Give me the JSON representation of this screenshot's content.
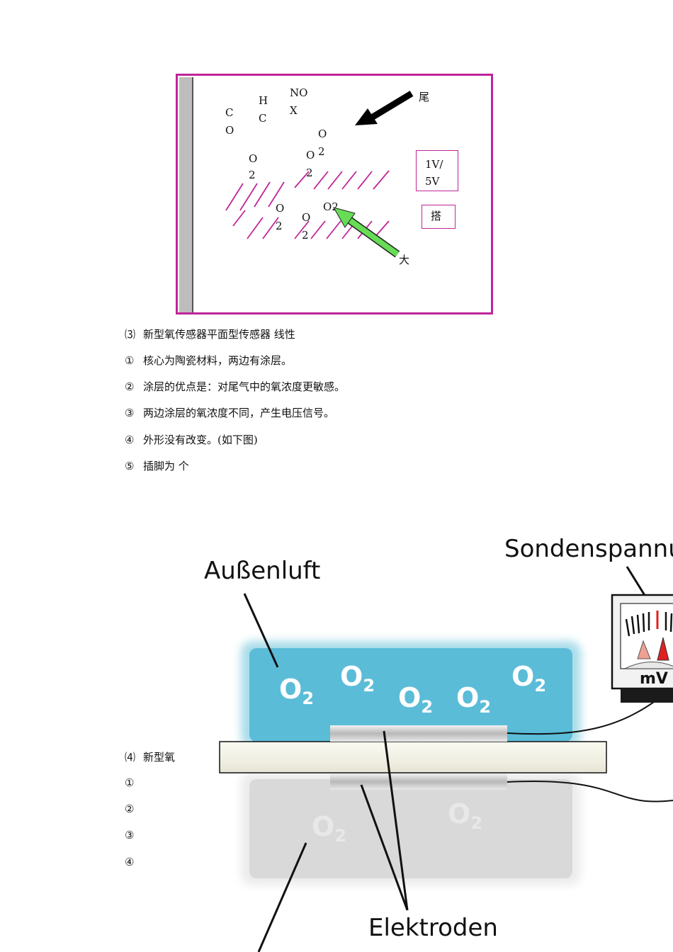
{
  "figure1": {
    "labels": {
      "co_c": "C",
      "co_o": "O",
      "hc_h": "H",
      "hc_c": "C",
      "nox_no": "NO",
      "nox_x": "X",
      "o2a_o": "O",
      "o2a_2": "2",
      "o2b_o": "O",
      "o2b_2": "2",
      "o2c_o": "O",
      "o2c_2": "2",
      "o2d_o": "O",
      "o2d_2": "2",
      "o2e_o": "O",
      "o2e_2": "2",
      "o2f": "O2",
      "tail": "尾",
      "big": "大",
      "volt_1": "1V/",
      "volt_2": "5V",
      "iron": "搭"
    },
    "colors": {
      "frame": "#c0259a",
      "black_arrow": "#000000",
      "green_arrow": "#66dd55"
    }
  },
  "section3": {
    "title_num": "⑶",
    "title": "新型氧传感器平面型传感器  线性",
    "items": [
      {
        "num": "①",
        "text": "核心为陶瓷材料，两边有涂层。"
      },
      {
        "num": "②",
        "text": "涂层的优点是：对尾气中的氧浓度更敏感。"
      },
      {
        "num": "③",
        "text": "两边涂层的氧浓度不同，产生电压信号。"
      },
      {
        "num": "④",
        "text": "外形没有改变。(如下图)"
      },
      {
        "num": "⑤",
        "text": "插脚为    个"
      }
    ]
  },
  "section4": {
    "title_num": "⑷",
    "title": "新型氧",
    "items": [
      {
        "num": "①"
      },
      {
        "num": "②"
      },
      {
        "num": "③"
      },
      {
        "num": "④"
      }
    ]
  },
  "figure2": {
    "label_outside_air": "Außenluft",
    "label_voltage": "Sondenspannu",
    "label_electrodes": "Elektroden",
    "meter_unit": "mV",
    "o2_symbol": "O",
    "o2_sub": "2",
    "colors": {
      "air_blue": "#5bbcd8",
      "exhaust_grey": "#d9d9d9",
      "electrode": "#c9c9c9"
    }
  }
}
